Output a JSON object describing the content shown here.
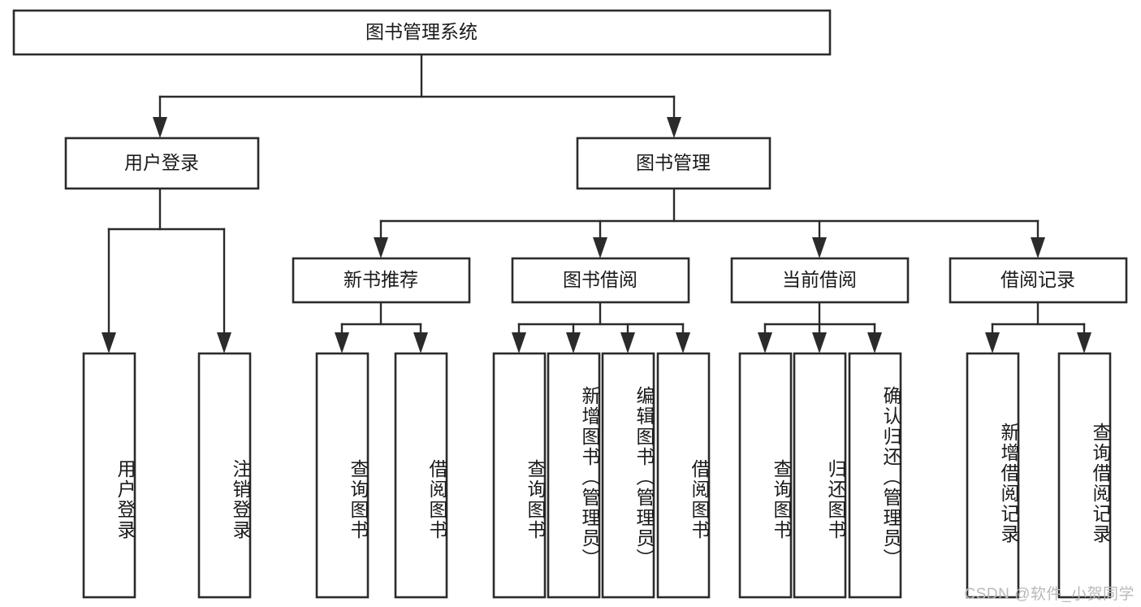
{
  "diagram": {
    "title": "图书管理系统",
    "type": "tree",
    "watermark": "CSDN @软件_小贺同学",
    "colors": {
      "box_stroke": "#2b2b2b",
      "box_fill": "#ffffff",
      "connector": "#2b2b2b",
      "text": "#1a1a1a",
      "watermark": "#b9b9b9",
      "background": "#ffffff"
    },
    "levels": {
      "root": {
        "label": "图书管理系统"
      },
      "level2": [
        {
          "label": "用户登录"
        },
        {
          "label": "图书管理"
        }
      ],
      "level3": [
        {
          "label": "新书推荐"
        },
        {
          "label": "图书借阅"
        },
        {
          "label": "当前借阅"
        },
        {
          "label": "借阅记录"
        }
      ],
      "leaves": [
        {
          "label": "用户登录",
          "parent": "用户登录"
        },
        {
          "label": "注销登录",
          "parent": "用户登录"
        },
        {
          "label": "查询图书",
          "parent": "新书推荐"
        },
        {
          "label": "借阅图书",
          "parent": "新书推荐"
        },
        {
          "label": "查询图书",
          "parent": "图书借阅"
        },
        {
          "label": "新增图书（管理员）",
          "parent": "图书借阅"
        },
        {
          "label": "编辑图书（管理员）",
          "parent": "图书借阅"
        },
        {
          "label": "借阅图书",
          "parent": "图书借阅"
        },
        {
          "label": "查询图书",
          "parent": "当前借阅"
        },
        {
          "label": "归还图书",
          "parent": "当前借阅"
        },
        {
          "label": "确认归还（管理员）",
          "parent": "当前借阅"
        },
        {
          "label": "新增借阅记录",
          "parent": "借阅记录"
        },
        {
          "label": "查询借阅记录",
          "parent": "借阅记录"
        }
      ]
    }
  }
}
